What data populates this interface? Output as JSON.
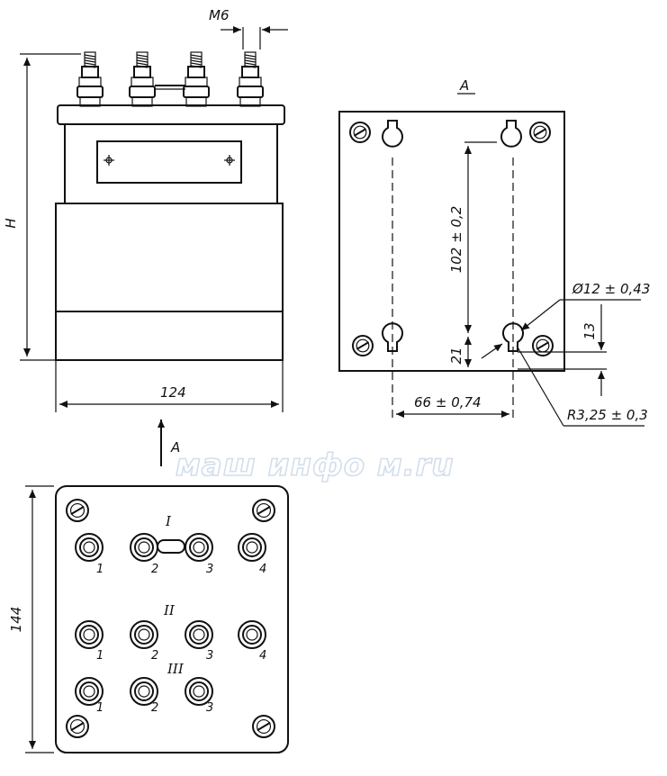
{
  "labels": {
    "thread": "M6",
    "height": "H",
    "width_front": "124",
    "view_arrow": "A",
    "view_title": "A",
    "height_bottom": "144",
    "hole_spacing_v": "102 ± 0,2",
    "hole_spacing_h": "66 ± 0,74",
    "bottom_offset": "21",
    "slot_offset": "13",
    "diameter": "Ø12 ± 0,43",
    "radius": "R3,25 ± 0,3"
  },
  "terminal_groups": [
    {
      "label": "I",
      "pins": [
        "1",
        "2",
        "3",
        "4"
      ]
    },
    {
      "label": "II",
      "pins": [
        "1",
        "2",
        "3",
        "4"
      ]
    },
    {
      "label": "III",
      "pins": [
        "1",
        "2",
        "3"
      ]
    }
  ],
  "watermark": "маш инфо м.ru"
}
